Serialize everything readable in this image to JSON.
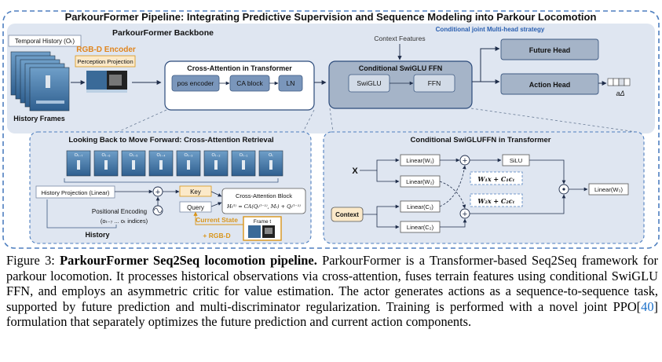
{
  "diagram": {
    "title": "ParkourFormer Pipeline: Integrating Predictive Supervision and Sequence Modeling into Parkour Locomotion",
    "backbone_label": "ParkourFormer Backbone",
    "temporal_history": "Temporal History (Oₜ)",
    "rgbd_encoder": "RGB-D Encoder",
    "perception_projection": "Perception Projection",
    "history_frames": "History Frames",
    "cross_attention_title": "Cross-Attention in Transformer",
    "pos_encoder": "pos encoder",
    "ca_block": "CA block",
    "ln": "LN",
    "context_features": "Context Features",
    "multihead_strategy": "Conditional joint Multi-head strategy",
    "conditional_ffn_title": "Conditional SwiGLU FFN",
    "swiglu": "SwiGLU",
    "ffn": "FFN",
    "future_head": "Future Head",
    "action_head": "Action Head",
    "a_delta": "aΔ",
    "retrieval_title": "Looking Back to Move Forward: Cross-Attention Retrieval",
    "frame_labels": [
      "Oₜ₋₇",
      "Oₜ₋₆",
      "Oₜ₋₅",
      "Oₜ₋₄",
      "Oₜ₋₃",
      "Oₜ₋₂",
      "Oₜ₋₁",
      "Oₜ"
    ],
    "history_projection": "History Projection (Linear)",
    "positional_encoding": "Positional Encoding",
    "positional_indices": "(oₜ₋₇ ... oₜ indices)",
    "history_label": "History",
    "key": "Key",
    "query": "Query",
    "ca_block_label": "Cross-Attention Block",
    "ca_formula": "Hₜ⁽ˡ⁾ = CA(Qₜ⁽ˡ⁻¹⁾, Mₜ) + Qₜ⁽ˡ⁻¹⁾",
    "current_state": "Current State",
    "plus_rgbd": "+ RGB-D",
    "frame_t": "Frame t",
    "swigluffn_title": "Conditional SwiGLUFFN in Transformer",
    "x_label": "X",
    "context": "Context",
    "linear_w1": "Linear(W₁)",
    "linear_w2": "Linear(W₂)",
    "linear_c1": "Linear(C₁)",
    "linear_c2": "Linear(C₂)",
    "silu": "SiLU",
    "eq1": "W₁x + C₁cₜ",
    "eq2": "W₂x + C₂cₜ",
    "linear_w3": "Linear(W₃)"
  },
  "caption": {
    "lead": "Figure 3: ",
    "bold": "ParkourFormer Seq2Seq locomotion pipeline.",
    "body": " ParkourFormer is a Transformer-based Seq2Seq framework for parkour locomotion. It processes historical observations via cross-attention, fuses terrain features using conditional SwiGLU FFN, and employs an asymmetric critic for value estimation. The actor generates actions as a sequence-to-sequence task, supported by future prediction and multi-discriminator regularization. Training is performed with a novel joint PPO[",
    "cite": "40",
    "tail": "] formulation that separately optimizes the future prediction and current action components."
  }
}
